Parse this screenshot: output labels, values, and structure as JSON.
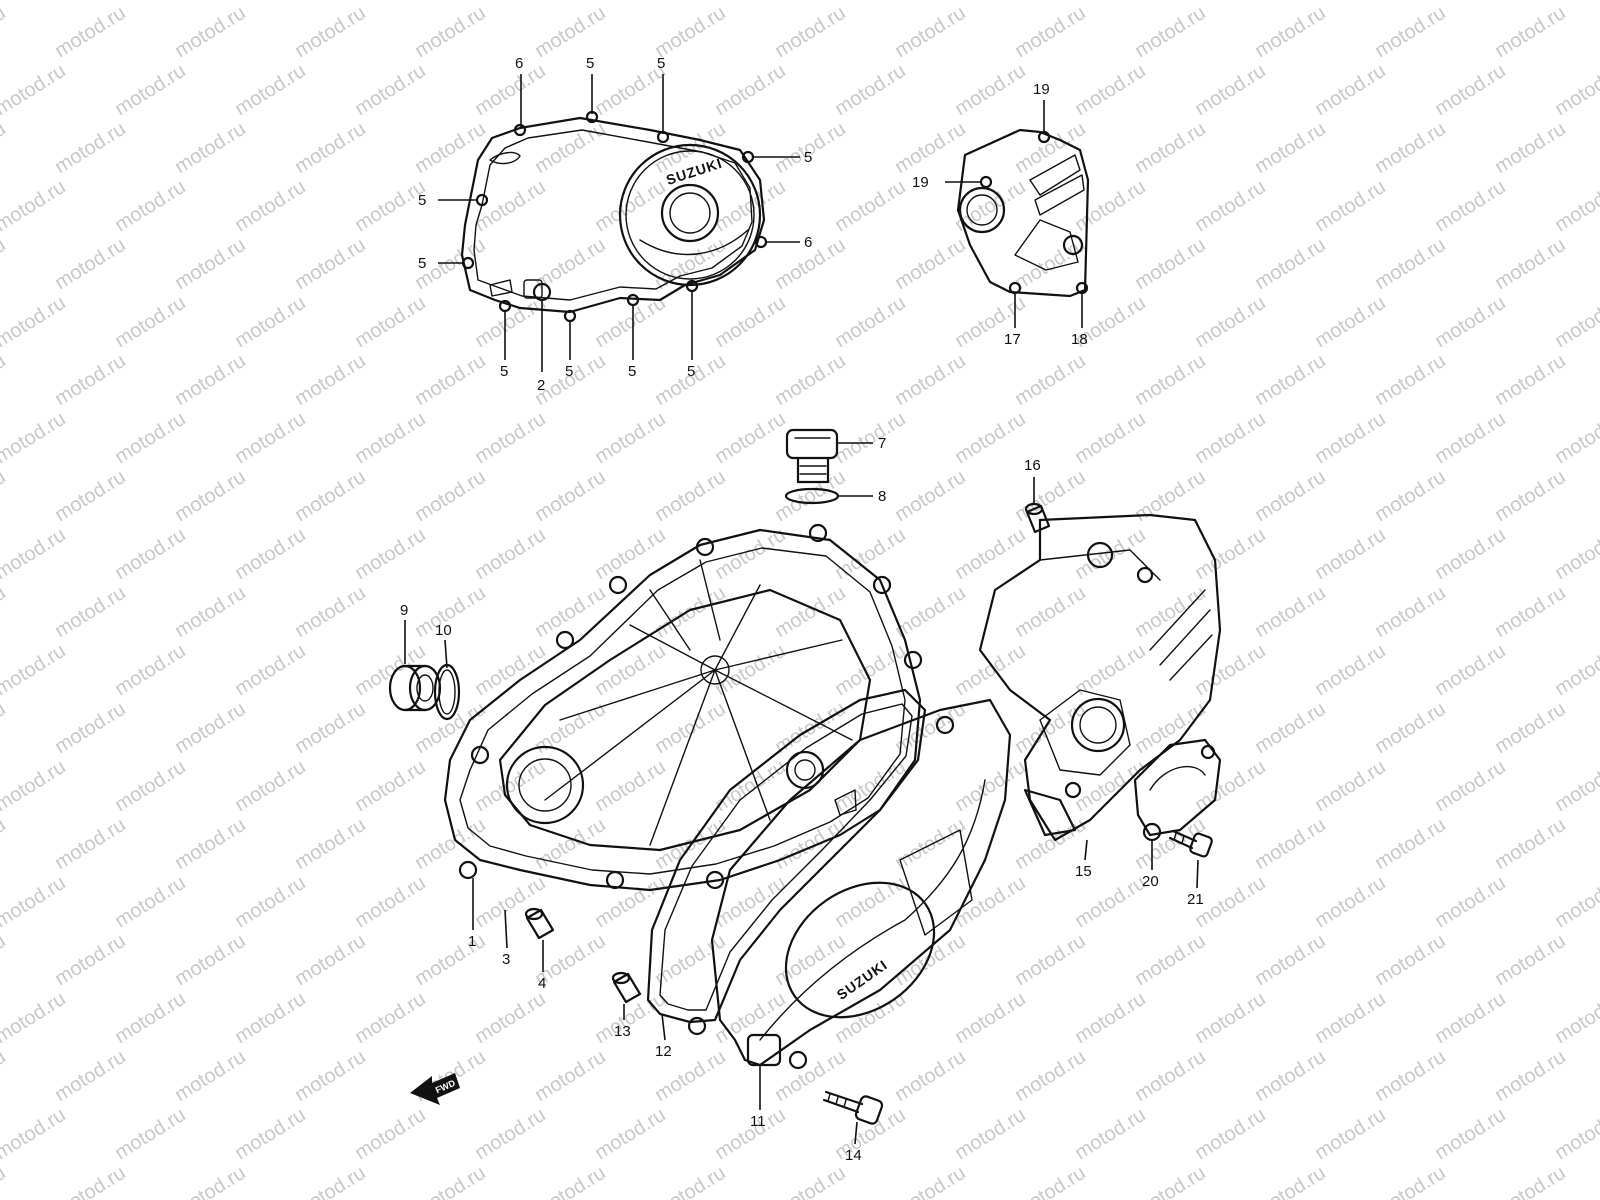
{
  "watermark": "motod.ru",
  "brand_marks": {
    "clutch_cover": "SUZUKI",
    "magneto_cover": "SUZUKI",
    "fwd_arrow": "FWD"
  },
  "callouts": {
    "c1": "1",
    "c2": "2",
    "c3": "3",
    "c4": "4",
    "c5": "5",
    "c6": "6",
    "c7": "7",
    "c8": "8",
    "c9": "9",
    "c10": "10",
    "c11": "11",
    "c12": "12",
    "c13": "13",
    "c14": "14",
    "c15": "15",
    "c16": "16",
    "c17": "17",
    "c18": "18",
    "c19": "19",
    "c20": "20",
    "c21": "21"
  },
  "colors": {
    "line": "#111111",
    "watermark": "#c9c9c9",
    "background": "#ffffff"
  }
}
